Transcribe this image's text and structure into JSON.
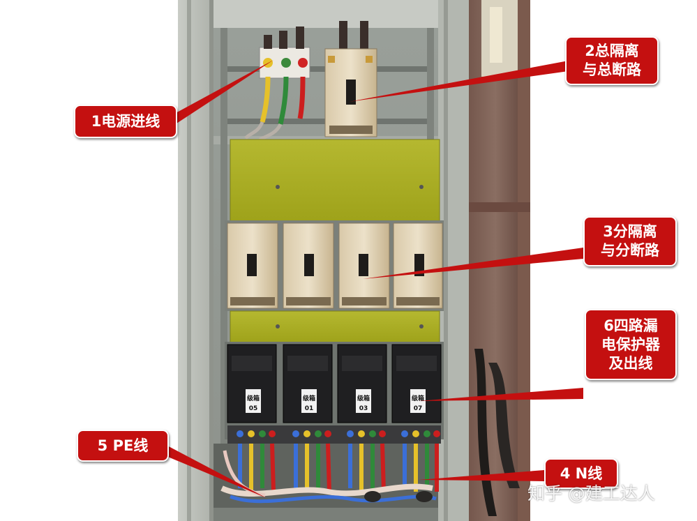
{
  "callouts": {
    "power_inlet": {
      "lines": [
        "1电源进线"
      ]
    },
    "main_isolator": {
      "lines": [
        "2总隔离",
        "与总断路"
      ]
    },
    "branch_isolator": {
      "lines": [
        "3分隔离",
        "与分断路"
      ]
    },
    "n_line": {
      "lines": [
        "4 N线"
      ]
    },
    "pe_line": {
      "lines": [
        "5 PE线"
      ]
    },
    "rcd": {
      "lines": [
        "6四路漏",
        "电保护器",
        "及出线"
      ]
    }
  },
  "rcd_tags": [
    "05",
    "01",
    "03",
    "07"
  ],
  "tag_prefix": "级箱",
  "watermark": "知乎 @建工达人",
  "colors": {
    "callout_red": "#c41010",
    "panel_green": "#a9ad1f",
    "cabinet_grey": "#b9bdb8"
  }
}
